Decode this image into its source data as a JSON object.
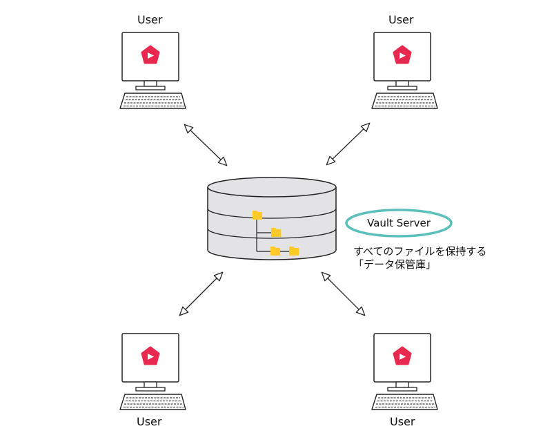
{
  "users": [
    {
      "label": "User"
    },
    {
      "label": "User"
    },
    {
      "label": "User"
    },
    {
      "label": "User"
    }
  ],
  "server": {
    "label": "Vault Server",
    "description_lines": [
      "すべてのファイルを保持する",
      "「データ保管庫」"
    ]
  },
  "colors": {
    "logo": "#e8284f",
    "folder": "#ffc928",
    "server_fill": "#e3e3e5",
    "highlight_ellipse": "#5bbfba"
  }
}
